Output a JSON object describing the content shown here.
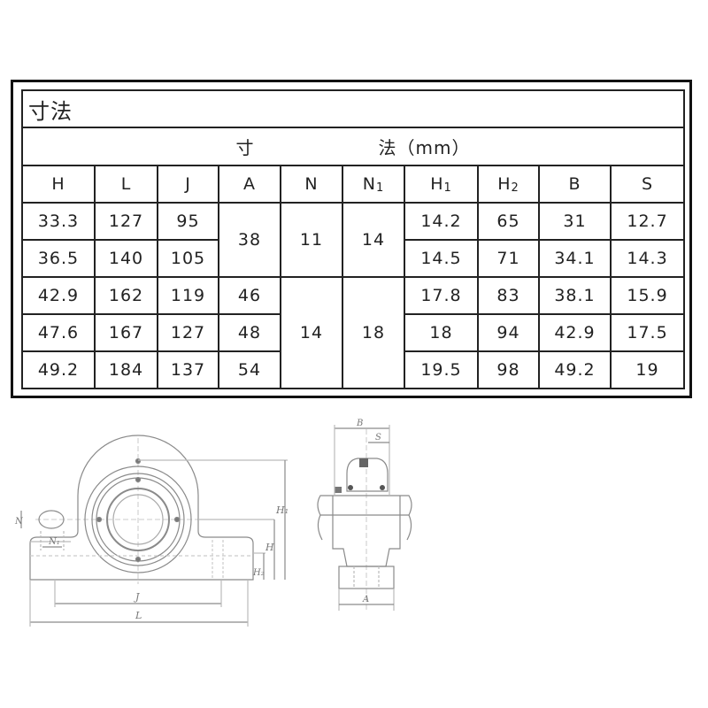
{
  "title": "寸法",
  "subheader": {
    "left": "寸",
    "right": "法（mm）"
  },
  "columns": [
    {
      "key": "H",
      "label": "H",
      "sub": ""
    },
    {
      "key": "L",
      "label": "L",
      "sub": ""
    },
    {
      "key": "J",
      "label": "J",
      "sub": ""
    },
    {
      "key": "A",
      "label": "A",
      "sub": ""
    },
    {
      "key": "N",
      "label": "N",
      "sub": ""
    },
    {
      "key": "N1",
      "label": "N",
      "sub": "1"
    },
    {
      "key": "H1",
      "label": "H",
      "sub": "1"
    },
    {
      "key": "H2",
      "label": "H",
      "sub": "2"
    },
    {
      "key": "B",
      "label": "B",
      "sub": ""
    },
    {
      "key": "S",
      "label": "S",
      "sub": ""
    }
  ],
  "rows": [
    {
      "H": "33.3",
      "L": "127",
      "J": "95",
      "A": "38",
      "N": "11",
      "N1": "14",
      "H1": "14.2",
      "H2": "65",
      "B": "31",
      "S": "12.7"
    },
    {
      "H": "36.5",
      "L": "140",
      "J": "105",
      "A": "38",
      "N": "11",
      "N1": "14",
      "H1": "14.5",
      "H2": "71",
      "B": "34.1",
      "S": "14.3"
    },
    {
      "H": "42.9",
      "L": "162",
      "J": "119",
      "A": "46",
      "N": "14",
      "N1": "18",
      "H1": "17.8",
      "H2": "83",
      "B": "38.1",
      "S": "15.9"
    },
    {
      "H": "47.6",
      "L": "167",
      "J": "127",
      "A": "48",
      "N": "14",
      "N1": "18",
      "H1": "18",
      "H2": "94",
      "B": "42.9",
      "S": "17.5"
    },
    {
      "H": "49.2",
      "L": "184",
      "J": "137",
      "A": "54",
      "N": "14",
      "N1": "18",
      "H1": "19.5",
      "H2": "98",
      "B": "49.2",
      "S": "19"
    }
  ],
  "merged": {
    "A_rows_1_2": "38",
    "N_rows_1_2": "11",
    "N1_rows_1_2": "14",
    "N_rows_3_5": "14",
    "N1_rows_3_5": "18"
  },
  "drawing_labels": {
    "front": {
      "H1": "H1",
      "H": "H",
      "H2": "H2",
      "J": "J",
      "L": "L",
      "N": "N",
      "N1": "N1"
    },
    "side": {
      "B": "B",
      "S": "S",
      "A": "A"
    }
  }
}
